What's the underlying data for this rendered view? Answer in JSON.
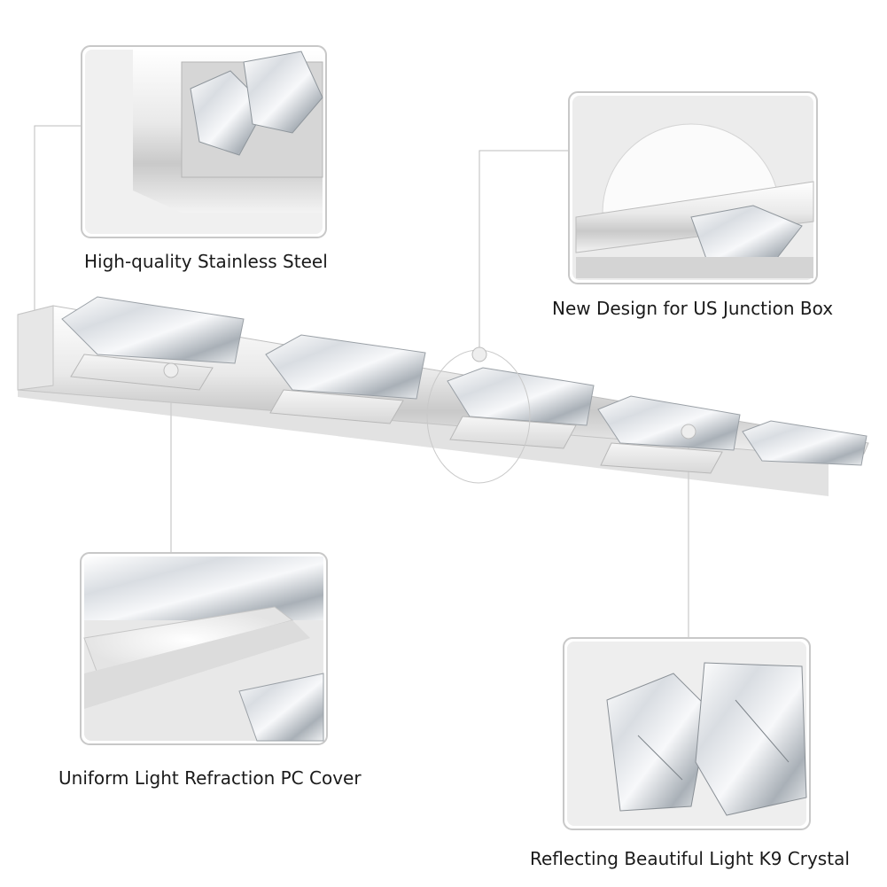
{
  "captions": {
    "steel": "High-quality Stainless Steel",
    "junction": "New Design for US Junction Box",
    "cover": "Uniform Light Refraction PC Cover",
    "crystal": "Reflecting Beautiful Light K9 Crystal"
  },
  "colors": {
    "background": "#ffffff",
    "frame_border": "#c8c8c8",
    "leader_line": "#bdbdbd",
    "steel": "#dcdcdc",
    "crystal_highlight": "#f4f6f8",
    "crystal_shadow": "#9aa0a6"
  }
}
